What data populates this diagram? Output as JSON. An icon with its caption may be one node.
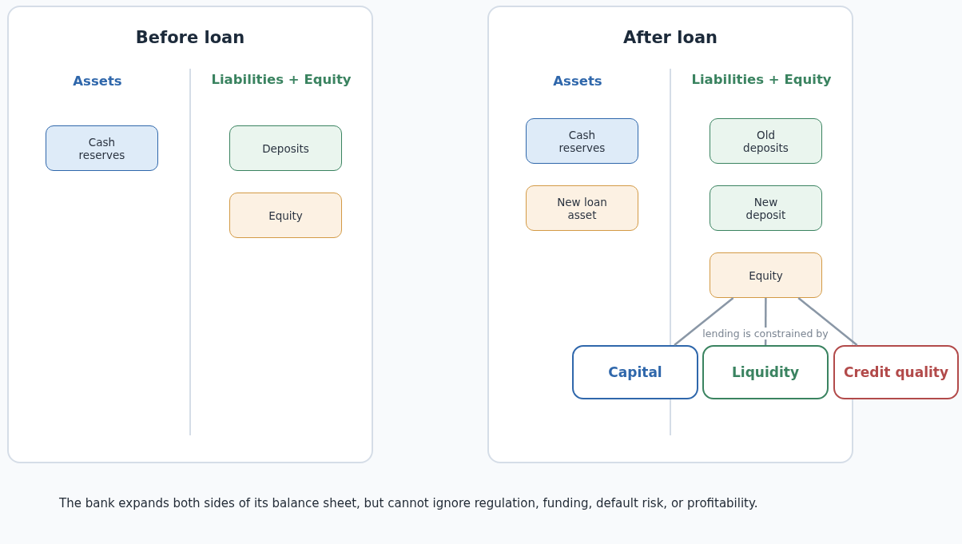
{
  "diagram": {
    "caption": "The bank expands both sides of its balance sheet, but cannot ignore regulation, funding, default risk, or profitability.",
    "nodes": [
      {
        "text": [
          "Before loan"
        ]
      },
      {
        "text": [
          "Cash reserves"
        ],
        "in": 0
      },
      {
        "text": [
          "Deposits"
        ],
        "in": 0
      },
      {
        "text": [
          "Equity"
        ],
        "in": 0
      },
      {
        "text": [
          "After loan"
        ]
      },
      {
        "text": [
          "Cash reserves"
        ],
        "in": 4
      },
      {
        "text": [
          "New loan asset"
        ],
        "in": 4
      },
      {
        "text": [
          "Old deposits"
        ],
        "in": 4
      },
      {
        "text": [
          "New deposit"
        ],
        "in": 4
      },
      {
        "text": [
          "Equity"
        ],
        "in": 4
      },
      {
        "text": [
          "Capital"
        ],
        "in": 4
      },
      {
        "text": [
          "Liquidity"
        ],
        "in": 4
      },
      {
        "text": [
          "Credit quality"
        ]
      }
    ],
    "edges": [
      {
        "from": 9,
        "to": 10,
        "arrow": "none"
      },
      {
        "from": 9,
        "to": 11,
        "arrow": "none"
      },
      {
        "from": 9,
        "to": 12,
        "arrow": "none"
      }
    ],
    "labels": [
      "Assets",
      "Liabilities + Equity",
      "Assets",
      "Liabilities + Equity",
      "lending is constrained by"
    ]
  }
}
